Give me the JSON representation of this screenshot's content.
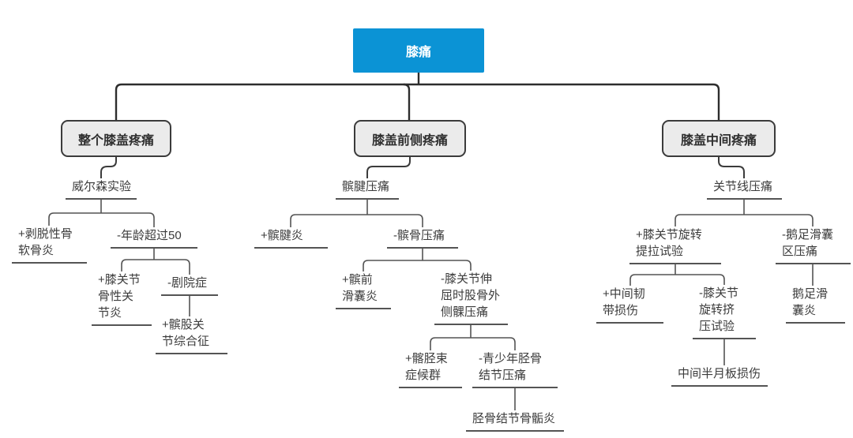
{
  "colors": {
    "root_bg": "#0b93d5",
    "root_text": "#ffffff",
    "branch_box_bg": "#ebebeb",
    "branch_box_border": "#3b3b3b",
    "main_line": "#2d2d2d",
    "sub_line": "#545454",
    "node_text": "#3c3c3c"
  },
  "nodes": {
    "root": "膝痛",
    "left": {
      "box": "整个膝盖疼痛",
      "test": "威尔森实验",
      "osteochondritis": "+剥脱性骨\n软骨炎",
      "age_over_50": "-年龄超过50",
      "knee_osteoarthritis": "+膝关节\n骨性关\n节炎",
      "theater_sign": "-剧院症",
      "patellofemoral_syndrome": "+髌股关\n节综合征"
    },
    "middle": {
      "box": "膝盖前侧疼痛",
      "test": "髌腱压痛",
      "patellar_tendinitis": "+髌腱炎",
      "patella_tenderness": "-髌骨压痛",
      "prepatellar_bursitis": "+髌前\n滑囊炎",
      "lateral_condyle_tenderness": "-膝关节伸\n屈时股骨外\n侧髁压痛",
      "it_band_syndrome": "+髂胫束\n症候群",
      "tibial_tubercle_tenderness": "-青少年胫骨\n结节压痛",
      "tibial_tubercle_apophysitis": "胫骨结节骨骺炎"
    },
    "right": {
      "box": "膝盖中间疼痛",
      "test": "关节线压痛",
      "rotation_lift_test": "+膝关节旋转\n提拉试验",
      "pes_bursa_tenderness": "-鹅足滑囊\n区压痛",
      "medial_ligament_injury": "+中间韧\n带损伤",
      "rotation_compression_test": "-膝关节\n旋转挤\n压试验",
      "medial_meniscus_injury": "中间半月板损伤",
      "pes_bursitis": "鹅足滑\n囊炎"
    }
  }
}
